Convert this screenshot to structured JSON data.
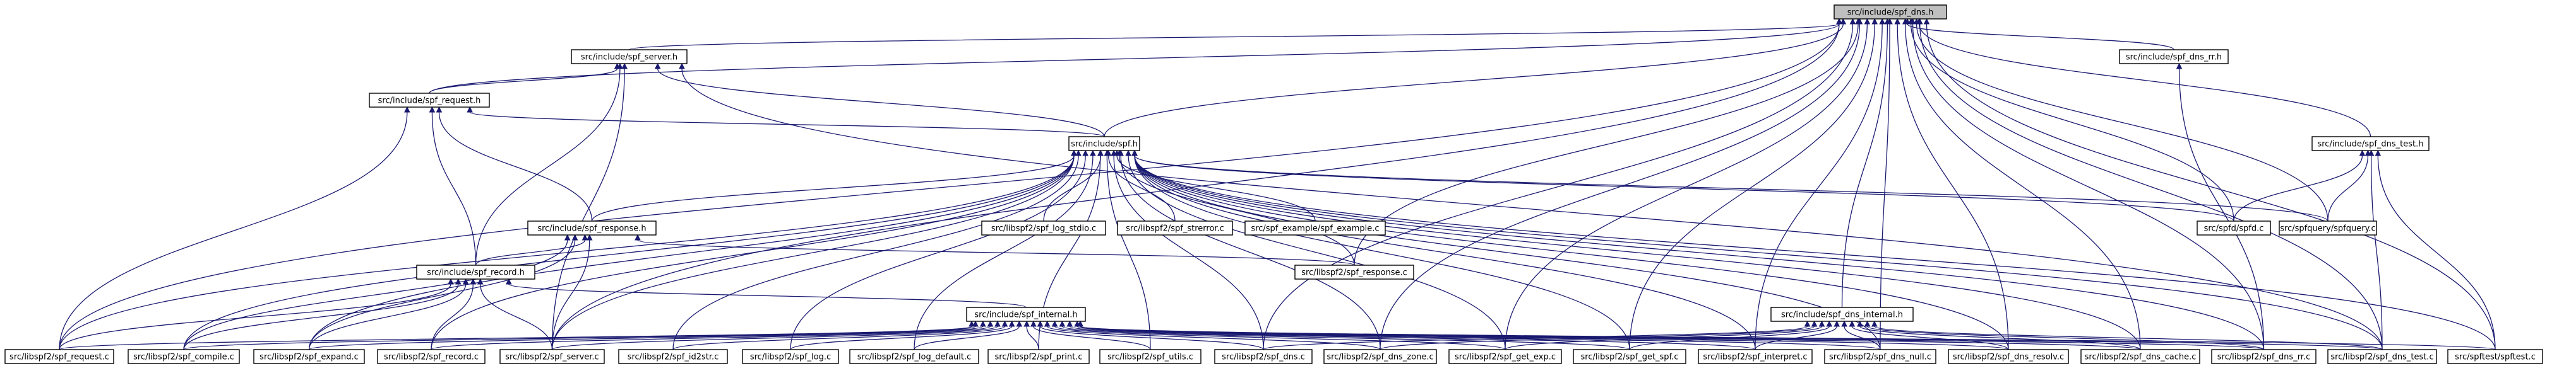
{
  "graph": {
    "root": "src/include/spf_dns.h",
    "nodes": {
      "spf_dns_h": "src/include/spf_dns.h",
      "spf_server_h": "src/include/spf_server.h",
      "spf_request_h": "src/include/spf_request.h",
      "spf_h": "src/include/spf.h",
      "spf_response_h": "src/include/spf_response.h",
      "spf_record_h": "src/include/spf_record.h",
      "spf_internal_h": "src/include/spf_internal.h",
      "spf_dns_internal_h": "src/include/spf_dns_internal.h",
      "spf_dns_rr_h": "src/include/spf_dns_rr.h",
      "spf_dns_test_h": "src/include/spf_dns_test.h",
      "spf_log_stdio_c": "src/libspf2/spf_log_stdio.c",
      "spf_strerror_c": "src/libspf2/spf_strerror.c",
      "spf_example_c": "src/spf_example/spf_example.c",
      "spf_response_c": "src/libspf2/spf_response.c",
      "spfd_c": "src/spfd/spfd.c",
      "spfquery_c": "src/spfquery/spfquery.c",
      "spf_request_c": "src/libspf2/spf_request.c",
      "spf_compile_c": "src/libspf2/spf_compile.c",
      "spf_expand_c": "src/libspf2/spf_expand.c",
      "spf_record_c": "src/libspf2/spf_record.c",
      "spf_server_c": "src/libspf2/spf_server.c",
      "spf_id2str_c": "src/libspf2/spf_id2str.c",
      "spf_log_c": "src/libspf2/spf_log.c",
      "spf_log_default_c": "src/libspf2/spf_log_default.c",
      "spf_print_c": "src/libspf2/spf_print.c",
      "spf_utils_c": "src/libspf2/spf_utils.c",
      "spf_dns_c": "src/libspf2/spf_dns.c",
      "spf_dns_zone_c": "src/libspf2/spf_dns_zone.c",
      "spf_get_exp_c": "src/libspf2/spf_get_exp.c",
      "spf_get_spf_c": "src/libspf2/spf_get_spf.c",
      "spf_interpret_c": "src/libspf2/spf_interpret.c",
      "spf_dns_null_c": "src/libspf2/spf_dns_null.c",
      "spf_dns_resolv_c": "src/libspf2/spf_dns_resolv.c",
      "spf_dns_cache_c": "src/libspf2/spf_dns_cache.c",
      "spf_dns_rr_c": "src/libspf2/spf_dns_rr.c",
      "spf_dns_test_c": "src/libspf2/spf_dns_test.c",
      "spftest_c": "src/spftest/spftest.c"
    }
  },
  "colors": {
    "edge": "#191970",
    "root_fill": "#bfbfbf",
    "node_fill": "#ffffff",
    "node_border": "#000000"
  }
}
